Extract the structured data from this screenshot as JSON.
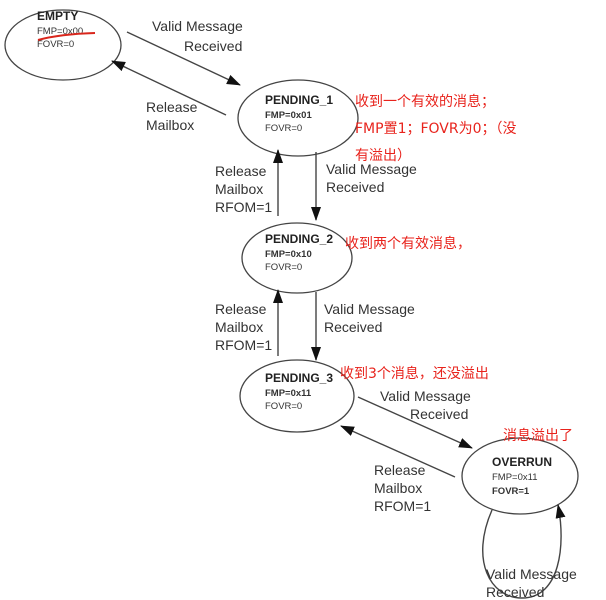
{
  "states": {
    "empty": {
      "name": "EMPTY",
      "fmp": "FMP=0x00",
      "fovr": "FOVR=0"
    },
    "pending1": {
      "name": "PENDING_1",
      "fmp": "FMP=0x01",
      "fovr": "FOVR=0"
    },
    "pending2": {
      "name": "PENDING_2",
      "fmp": "FMP=0x10",
      "fovr": "FOVR=0"
    },
    "pending3": {
      "name": "PENDING_3",
      "fmp": "FMP=0x11",
      "fovr": "FOVR=0"
    },
    "overrun": {
      "name": "OVERRUN",
      "fmp": "FMP=0x11",
      "fovr": "FOVR=1"
    }
  },
  "transitions": {
    "valid_line1": "Valid Message",
    "valid_line2": "Received",
    "release_line1": "Release",
    "release_line2": "Mailbox",
    "release_line3": "RFOM=1"
  },
  "annotations": {
    "pending1_line1": "收到一个有效的消息；",
    "pending1_line2": "FMP置1；FOVR为0；（没",
    "pending1_line3": "有溢出）",
    "pending2": "收到两个有效消息，",
    "pending3": "收到3个消息，还没溢出",
    "overrun": "消息溢出了"
  },
  "colors": {
    "annotation": "#e8231c",
    "highlight_underline": "#d9261c"
  }
}
